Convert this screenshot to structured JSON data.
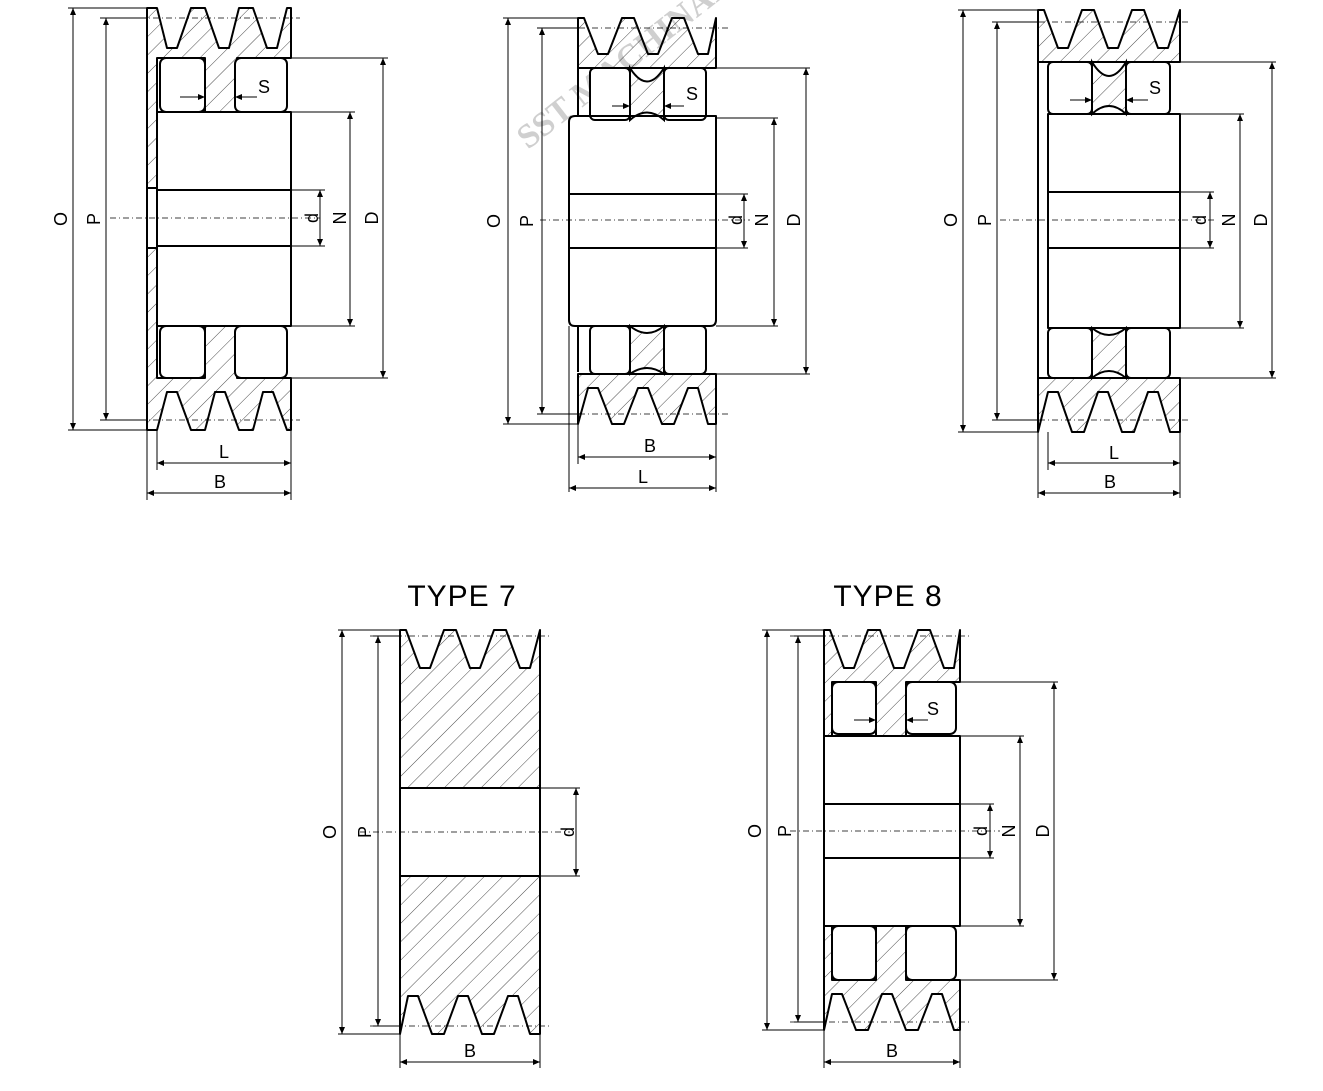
{
  "watermark": "SST MACHINARY",
  "diagrams": [
    {
      "title": "",
      "labels": {
        "outer": "O",
        "pitch": "P",
        "bore": "d",
        "hub": "N",
        "disc": "D",
        "web": "S",
        "length": "L",
        "width": "B"
      }
    },
    {
      "title": "",
      "labels": {
        "outer": "O",
        "pitch": "P",
        "bore": "d",
        "hub": "N",
        "disc": "D",
        "web": "S",
        "width": "B",
        "length": "L"
      }
    },
    {
      "title": "",
      "labels": {
        "outer": "O",
        "pitch": "P",
        "bore": "d",
        "hub": "N",
        "disc": "D",
        "web": "S",
        "length": "L",
        "width": "B"
      }
    },
    {
      "title": "TYPE 7",
      "labels": {
        "outer": "O",
        "pitch": "P",
        "bore": "d",
        "width": "B"
      }
    },
    {
      "title": "TYPE 8",
      "labels": {
        "outer": "O",
        "pitch": "P",
        "bore": "d",
        "hub": "N",
        "disc": "D",
        "web": "S",
        "width": "B"
      }
    }
  ]
}
